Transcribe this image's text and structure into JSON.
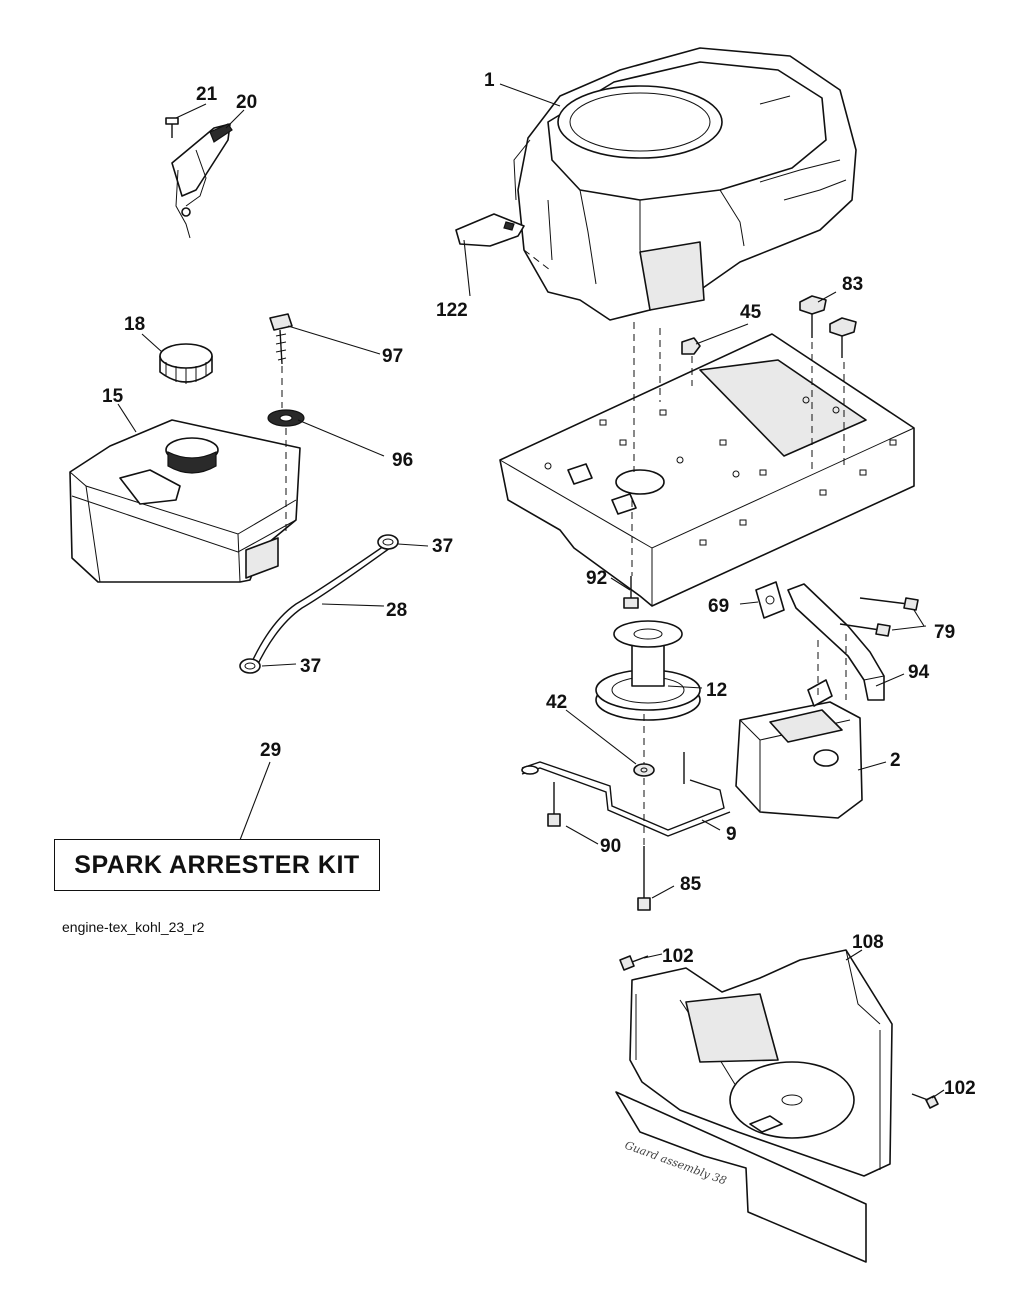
{
  "diagram": {
    "kit_label": "SPARK ARRESTER KIT",
    "file_name": "engine-tex_kohl_23_r2",
    "guard_marking": "Guard assembly 38",
    "callouts": {
      "c1": "1",
      "c2": "2",
      "c9": "9",
      "c12": "12",
      "c15": "15",
      "c18": "18",
      "c20": "20",
      "c21": "21",
      "c28": "28",
      "c29": "29",
      "c37a": "37",
      "c37b": "37",
      "c42": "42",
      "c45": "45",
      "c69": "69",
      "c79": "79",
      "c83": "83",
      "c85": "85",
      "c90": "90",
      "c92": "92",
      "c94": "94",
      "c96": "96",
      "c97": "97",
      "c102a": "102",
      "c102b": "102",
      "c108": "108",
      "c122": "122"
    }
  }
}
